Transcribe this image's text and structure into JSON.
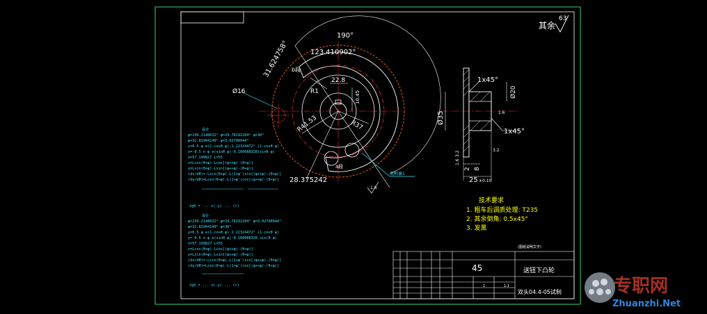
{
  "surface_finish": {
    "label": "其余",
    "value": "63"
  },
  "dimensions": {
    "angle_outer": "190°",
    "angle_inner": "123.410902°",
    "chord_a": "31.624758°",
    "b_label": "b段",
    "a_label": "a段",
    "r1_label": "R1",
    "width_22": "22.8",
    "keyway_depth": "10.45",
    "dia_16": "Ø16",
    "r_41": "R41.53",
    "r_37": "R37",
    "radius_28": "28.375242",
    "note_leader": "见附录1",
    "roughness_16": "1.6",
    "chamfer_top": "1x45°",
    "chamfer_bottom": "1x45°",
    "dia_20": "Ø20",
    "dia_35": "Ø35",
    "dim_2": "2",
    "dim_8": "8",
    "dim_25": "25",
    "tol_25": "±0.10",
    "rough_side1": "3.2",
    "rough_side2": "1.6",
    "rough_side3": "1.6",
    "rough_side4": "3.2"
  },
  "formulas_top": {
    "title": "设计",
    "lines": [
      "φ=199.2148632°  φ=29.78192204°  φ=30°",
      "φ=32.81904149°  φ=3.02708944°",
      "γ=0.5 φ e(1-cosθ φ)-1.22324472° (1-cosθ φ)",
      "γ=-0.5 n φ e(sinθ φ)-0.160088328(sinθ φ)",
      "λ=57.199827  L=55",
      "x=Lcos(θ+φ)-Lcos[(φ++φ)-(θ+φ)]",
      "y=Lsin(θ+φ)-Lsin[(φ++φ)-(θ+φ)]",
      "(dx/dθ)=-Lsin(θ+φ)-L(1+φ')sin[(φ++φ)-(θ+φ)]",
      "(dy/dθ)=Lcos(θ+φ)-L(1+φ')cos[(φ++φ)-(θ+φ)]"
    ],
    "bottom_line": "tgδ = ... x(-y) ... (r)"
  },
  "formulas_bottom": {
    "title": "设计",
    "lines": [
      "φ=239.2148632°  φ=29.78192204°  φ=3.02708944°",
      "φ=32.81904149°  φ=30°",
      "γ=0.5 φ e(1-cosθ φ)-1.22324472° (1-cosθ φ)",
      "γ=-0.5 n φ e(sinθ φ)-0.160088328 sin(θ φ)",
      "λ=57.199827  L=55",
      "x=Lcos(θ+φ)-Lcos[(φ++φ)-(θ+φ)]",
      "y=Lsin(θ+φ)-Lsin[(φ++φ)-(θ+φ)]",
      "(dx/dθ)=-Lsin(θ+φ)-L(1+φ')sin[(φ++φ)-(θ+φ)]",
      "(dy/dθ)=Lcos(θ+φ)-L(1+φ')cos[(φ++φ)-(θ+φ)]"
    ],
    "bottom_line": "tgδ = ... x(-y) ... (r)"
  },
  "tech_req": {
    "title": "技术要求",
    "items": [
      "1. 粗车后调质处理: T235",
      "2. 其余倒角: 0.5x45°",
      "3. 发黑"
    ]
  },
  "title_block": {
    "school": "(图纸说明文字)",
    "material": "45",
    "part_name": "送钮下凸轮",
    "drawing_no": "双头04.4-05试制",
    "scale": "1:1",
    "count": "1"
  },
  "watermark": {
    "brand": "专职网",
    "url": "Zhuanzhi.Net"
  },
  "colors": {
    "frame": "#2fd86a",
    "dimension": "#ffffff",
    "outline": "#ffffff",
    "centerline": "#ff3333",
    "hidden": "#e85a20",
    "leader": "#3fe4ff",
    "tech_text": "#ffff00",
    "formula": "#3fe4ff"
  }
}
